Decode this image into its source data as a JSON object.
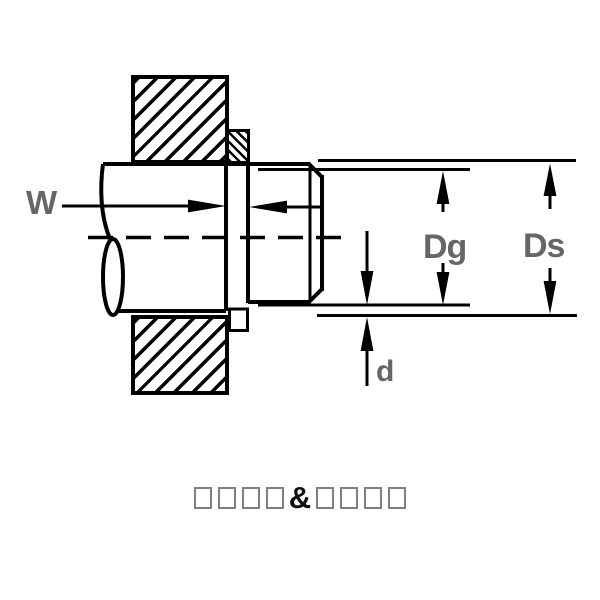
{
  "diagram": {
    "dimension_labels": {
      "w": "W",
      "dg": "Dg",
      "ds": "Ds",
      "d": "d"
    },
    "caption": {
      "separator": "&",
      "left_missing_glyph_count": 4,
      "right_missing_glyph_count": 4
    },
    "colors": {
      "line": "#000000",
      "dimension_label": "#666666",
      "missing_glyph_border": "#7f7f7f",
      "background": "#ffffff"
    }
  }
}
